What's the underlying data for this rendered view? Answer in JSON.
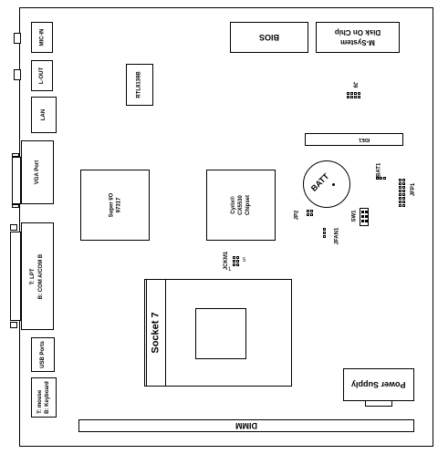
{
  "board": {
    "bios": "BIOS",
    "chip_line1": "M-System",
    "chip_line2": "Disk On Chip",
    "mic_in": "MIC-IN",
    "l_out": "L-OUT",
    "lan": "LAN",
    "vga": "VGA Port",
    "lpt_line1": "T: LPT",
    "lpt_line2": "B: COM A/COM B",
    "usb": "USB Ports",
    "ps2_line1": "T: mouse",
    "ps2_line2": "B: Keyboard",
    "rtl": "RTL8139B",
    "j9": "J9",
    "ide": "IDE1",
    "batt": "BATT",
    "jbat": "JBAT1",
    "jfp": "JFP1",
    "superio_line1": "Super I/O",
    "superio_line2": "97317",
    "chipset_line1": "Cyrix®",
    "chipset_line2": "CX5530",
    "chipset_line3": "Chipset",
    "jp2": "JP2",
    "sw1": "SW1",
    "jfan": "JFAN1",
    "jckm": "JCKM1",
    "jckm_pin1": "1",
    "jckm_pin5": "5",
    "socket": "Socket 7",
    "power": "Power Supply",
    "dimm": "DIMM"
  }
}
